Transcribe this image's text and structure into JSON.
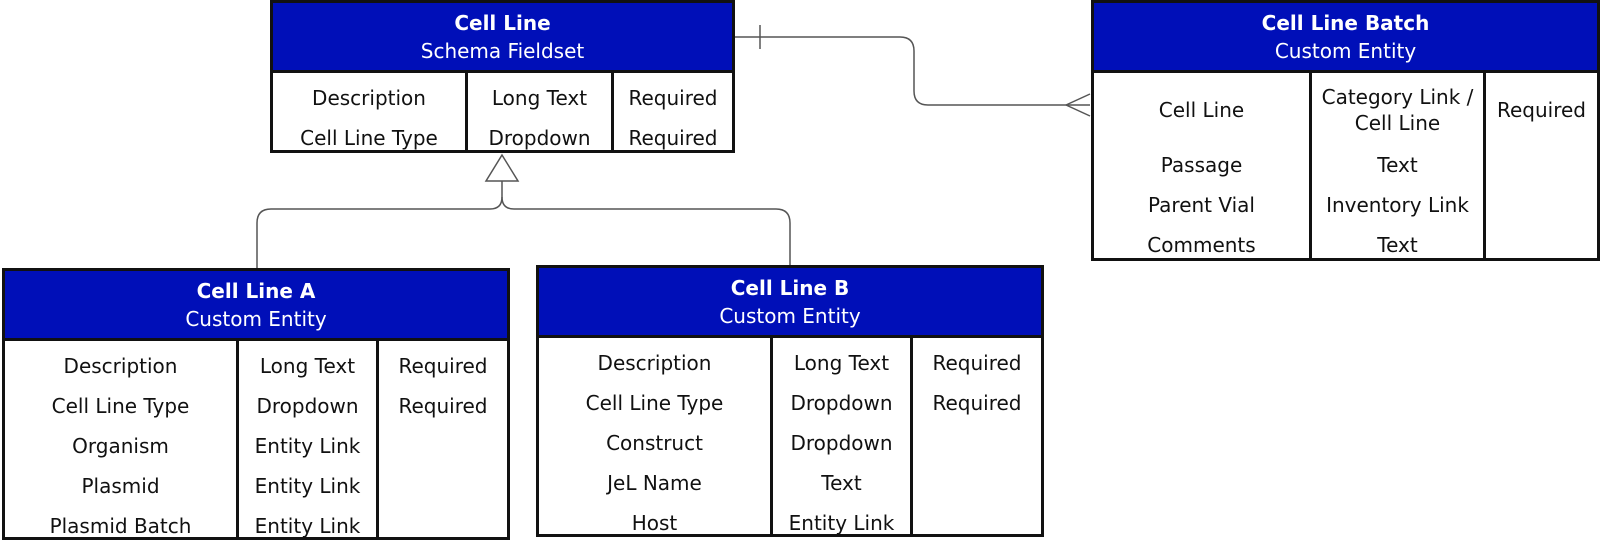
{
  "entities": {
    "cell_line": {
      "title": "Cell Line",
      "subtitle": "Schema Fieldset",
      "fields": [
        {
          "name": "Description",
          "type": "Long Text",
          "required": "Required"
        },
        {
          "name": "Cell Line Type",
          "type": "Dropdown",
          "required": "Required"
        }
      ]
    },
    "cell_line_batch": {
      "title": "Cell Line Batch",
      "subtitle": "Custom Entity",
      "fields": [
        {
          "name": "Cell Line",
          "type": "Category Link / Cell Line",
          "required": "Required"
        },
        {
          "name": "Passage",
          "type": "Text",
          "required": ""
        },
        {
          "name": "Parent Vial",
          "type": "Inventory Link",
          "required": ""
        },
        {
          "name": "Comments",
          "type": "Text",
          "required": ""
        }
      ]
    },
    "cell_line_a": {
      "title": "Cell Line A",
      "subtitle": "Custom Entity",
      "fields": [
        {
          "name": "Description",
          "type": "Long Text",
          "required": "Required"
        },
        {
          "name": "Cell Line Type",
          "type": "Dropdown",
          "required": "Required"
        },
        {
          "name": "Organism",
          "type": "Entity Link",
          "required": ""
        },
        {
          "name": "Plasmid",
          "type": "Entity Link",
          "required": ""
        },
        {
          "name": "Plasmid Batch",
          "type": "Entity Link",
          "required": ""
        }
      ]
    },
    "cell_line_b": {
      "title": "Cell Line B",
      "subtitle": "Custom Entity",
      "fields": [
        {
          "name": "Description",
          "type": "Long Text",
          "required": "Required"
        },
        {
          "name": "Cell Line Type",
          "type": "Dropdown",
          "required": "Required"
        },
        {
          "name": "Construct",
          "type": "Dropdown",
          "required": ""
        },
        {
          "name": "JeL Name",
          "type": "Text",
          "required": ""
        },
        {
          "name": "Host",
          "type": "Entity Link",
          "required": ""
        }
      ]
    }
  },
  "colors": {
    "header_bg": "#000fb8",
    "header_text": "#ffffff",
    "border": "#111111",
    "connector": "#555555"
  }
}
